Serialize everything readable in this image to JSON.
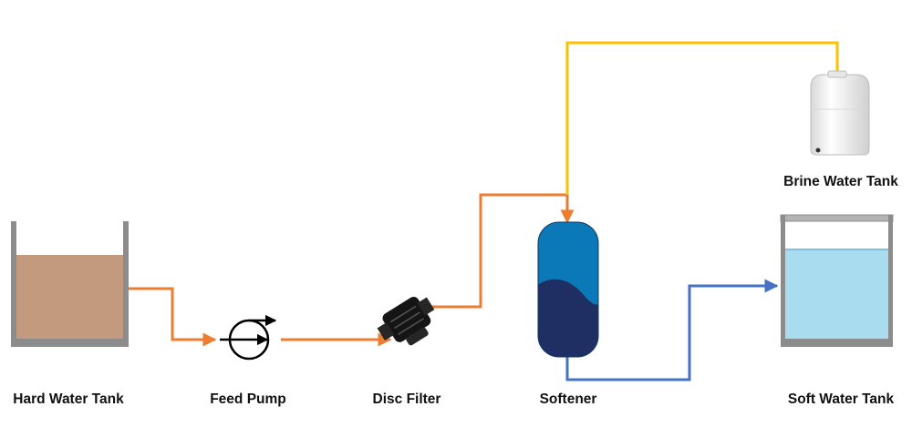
{
  "diagram": {
    "labels": {
      "hard_water_tank": "Hard Water Tank",
      "feed_pump": "Feed Pump",
      "disc_filter": "Disc Filter",
      "softener": "Softener",
      "soft_water_tank": "Soft Water Tank",
      "brine_water_tank": "Brine Water Tank"
    },
    "colors": {
      "hard_water_line": "#ED7D31",
      "brine_line": "#FFC000",
      "soft_water_line": "#4472C4",
      "hard_water": "#C49A7E",
      "soft_water": "#A9DCEE",
      "softener_top": "#0B79B8",
      "softener_bottom": "#1F2E63",
      "tank_frame": "#8C8C8C"
    }
  }
}
